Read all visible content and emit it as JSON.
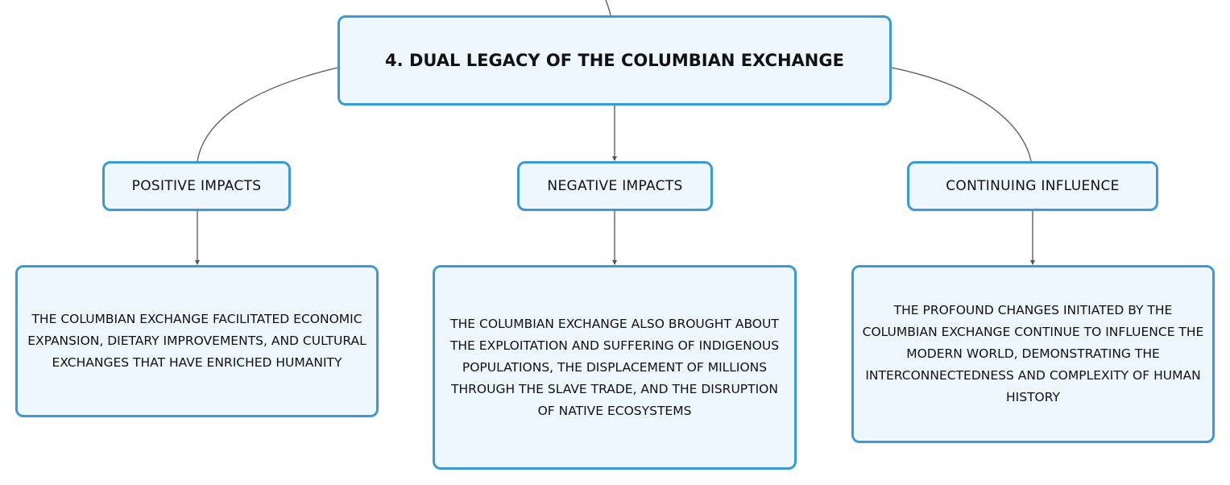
{
  "diagram": {
    "root": {
      "label": "4. DUAL LEGACY OF THE COLUMBIAN EXCHANGE"
    },
    "categories": [
      {
        "label": "POSITIVE IMPACTS",
        "detail": "THE COLUMBIAN EXCHANGE FACILITATED ECONOMIC EXPANSION, DIETARY IMPROVEMENTS, AND CULTURAL EXCHANGES THAT HAVE ENRICHED HUMANITY"
      },
      {
        "label": "NEGATIVE IMPACTS",
        "detail": "THE COLUMBIAN EXCHANGE ALSO BROUGHT ABOUT THE EXPLOITATION AND SUFFERING OF INDIGENOUS POPULATIONS, THE DISPLACEMENT OF MILLIONS THROUGH THE SLAVE TRADE, AND THE DISRUPTION OF NATIVE ECOSYSTEMS"
      },
      {
        "label": "CONTINUING INFLUENCE",
        "detail": "THE PROFOUND CHANGES INITIATED BY THE COLUMBIAN EXCHANGE CONTINUE TO INFLUENCE THE MODERN WORLD, DEMONSTRATING THE INTERCONNECTEDNESS AND COMPLEXITY OF HUMAN HISTORY"
      }
    ]
  },
  "colors": {
    "node_fill": "#eef7fe",
    "node_border": "#3a9ad9",
    "connector": "#555555",
    "text": "#111111"
  }
}
